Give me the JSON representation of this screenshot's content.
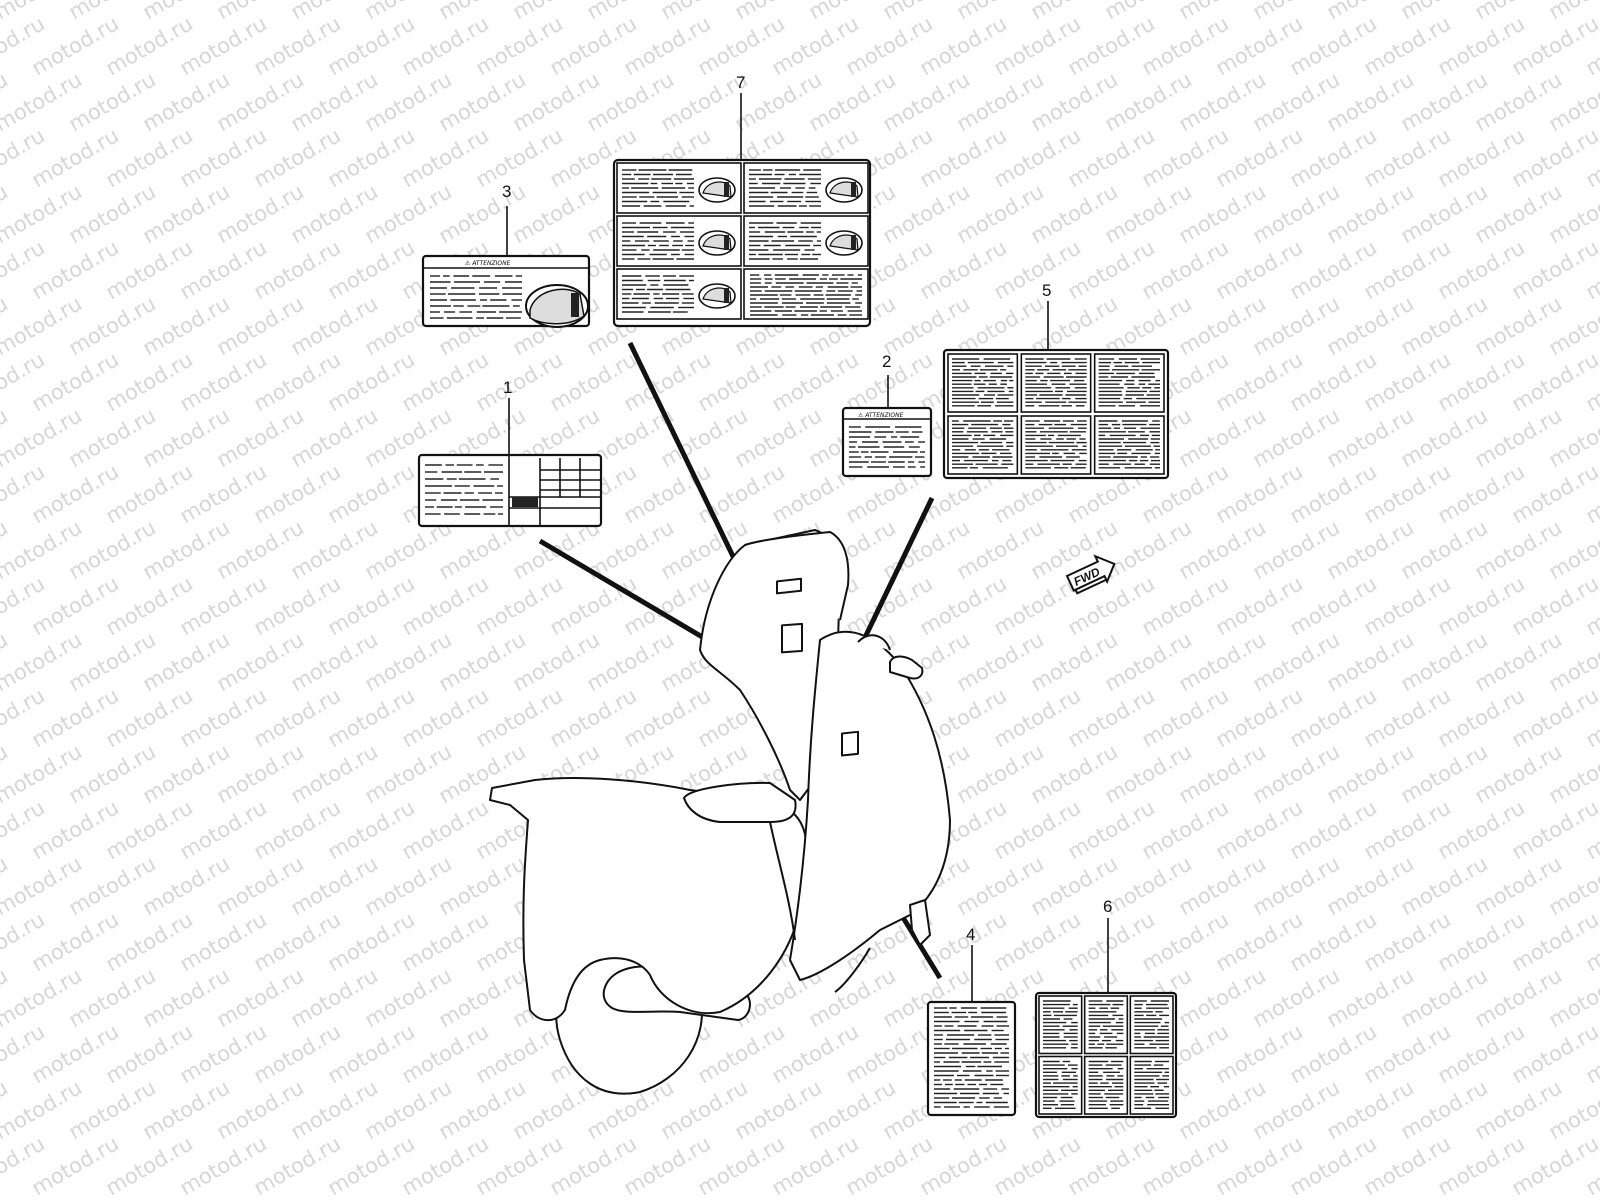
{
  "watermark": {
    "text": "motod.ru",
    "color": "#d6d6d6"
  },
  "parts": [
    {
      "number": "1",
      "kind": "info-table-label"
    },
    {
      "number": "2",
      "kind": "warning-label",
      "header": "⚠ ATTENZIONE"
    },
    {
      "number": "3",
      "kind": "warning-label-with-illustration",
      "header": "⚠ ATTENZIONE"
    },
    {
      "number": "4",
      "kind": "text-label"
    },
    {
      "number": "5",
      "kind": "multi-panel-label"
    },
    {
      "number": "6",
      "kind": "multi-panel-label"
    },
    {
      "number": "7",
      "kind": "multi-panel-label-with-illustrations"
    }
  ],
  "direction_badge": {
    "text": "FWD",
    "icon": "fwd-arrow-icon"
  },
  "colors": {
    "line": "#111111",
    "background": "#ffffff"
  }
}
